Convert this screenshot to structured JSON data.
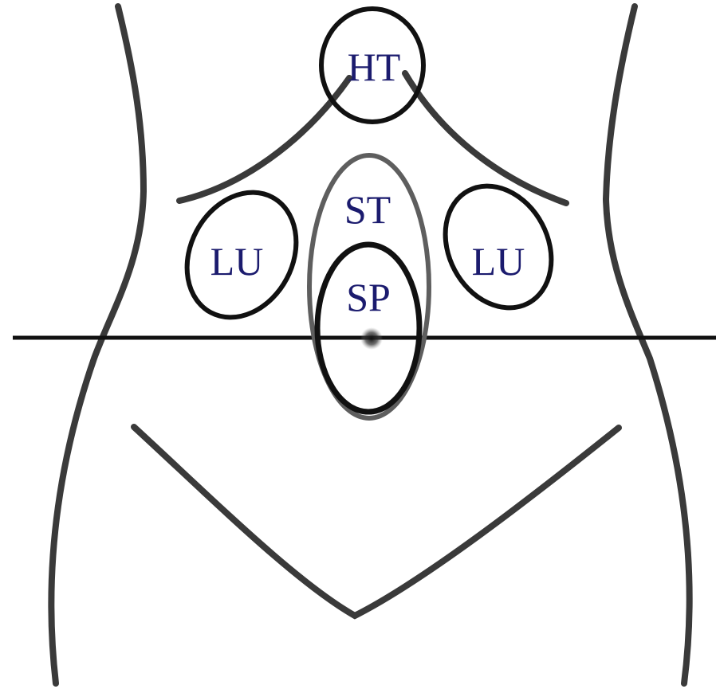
{
  "colors": {
    "background": "#ffffff",
    "outline": "#3a3a3a",
    "zone_dark": "#111111",
    "zone_grey": "#5e5e5e",
    "label_text": "#1b1b6e",
    "navel": "#1a1a1a"
  },
  "labels": {
    "ht": "HT",
    "st": "ST",
    "sp": "SP",
    "lu_left": "LU",
    "lu_right": "LU"
  }
}
